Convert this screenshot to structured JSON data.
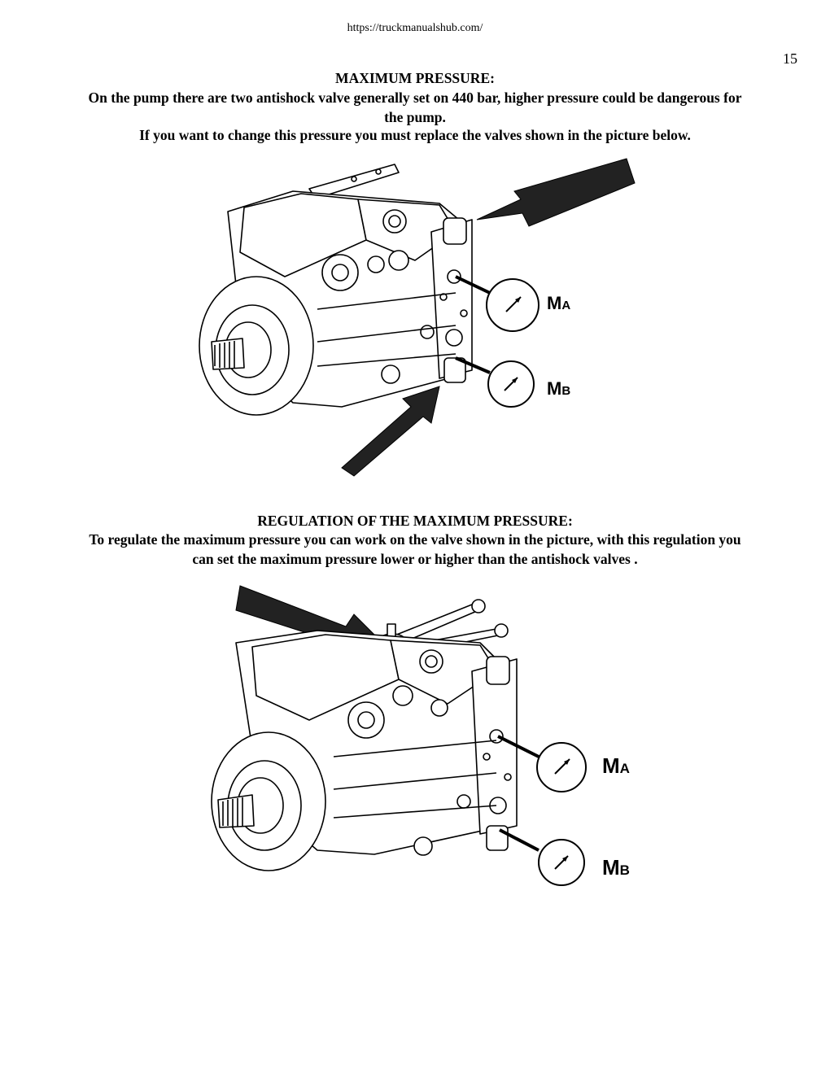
{
  "header": {
    "url": "https://truckmanualshub.com/",
    "page_number": "15"
  },
  "section1": {
    "heading": "MAXIMUM PRESSURE:",
    "line1": "On the pump there are two antishock valve generally set on 440 bar, higher pressure could be dangerous for",
    "line2": "the pump.",
    "line3": "If you want to change this pressure you must replace the valves shown in the picture below.",
    "gauge_a_main": "M",
    "gauge_a_sub": "A",
    "gauge_b_main": "M",
    "gauge_b_sub": "B"
  },
  "section2": {
    "heading": "REGULATION OF THE MAXIMUM PRESSURE:",
    "line1": "To regulate the maximum pressure you can work on the valve shown in the picture, with this regulation you",
    "line2": "can set the maximum pressure lower or higher than the antishock valves .",
    "gauge_a_main": "M",
    "gauge_a_sub": "A",
    "gauge_b_main": "M",
    "gauge_b_sub": "B"
  }
}
